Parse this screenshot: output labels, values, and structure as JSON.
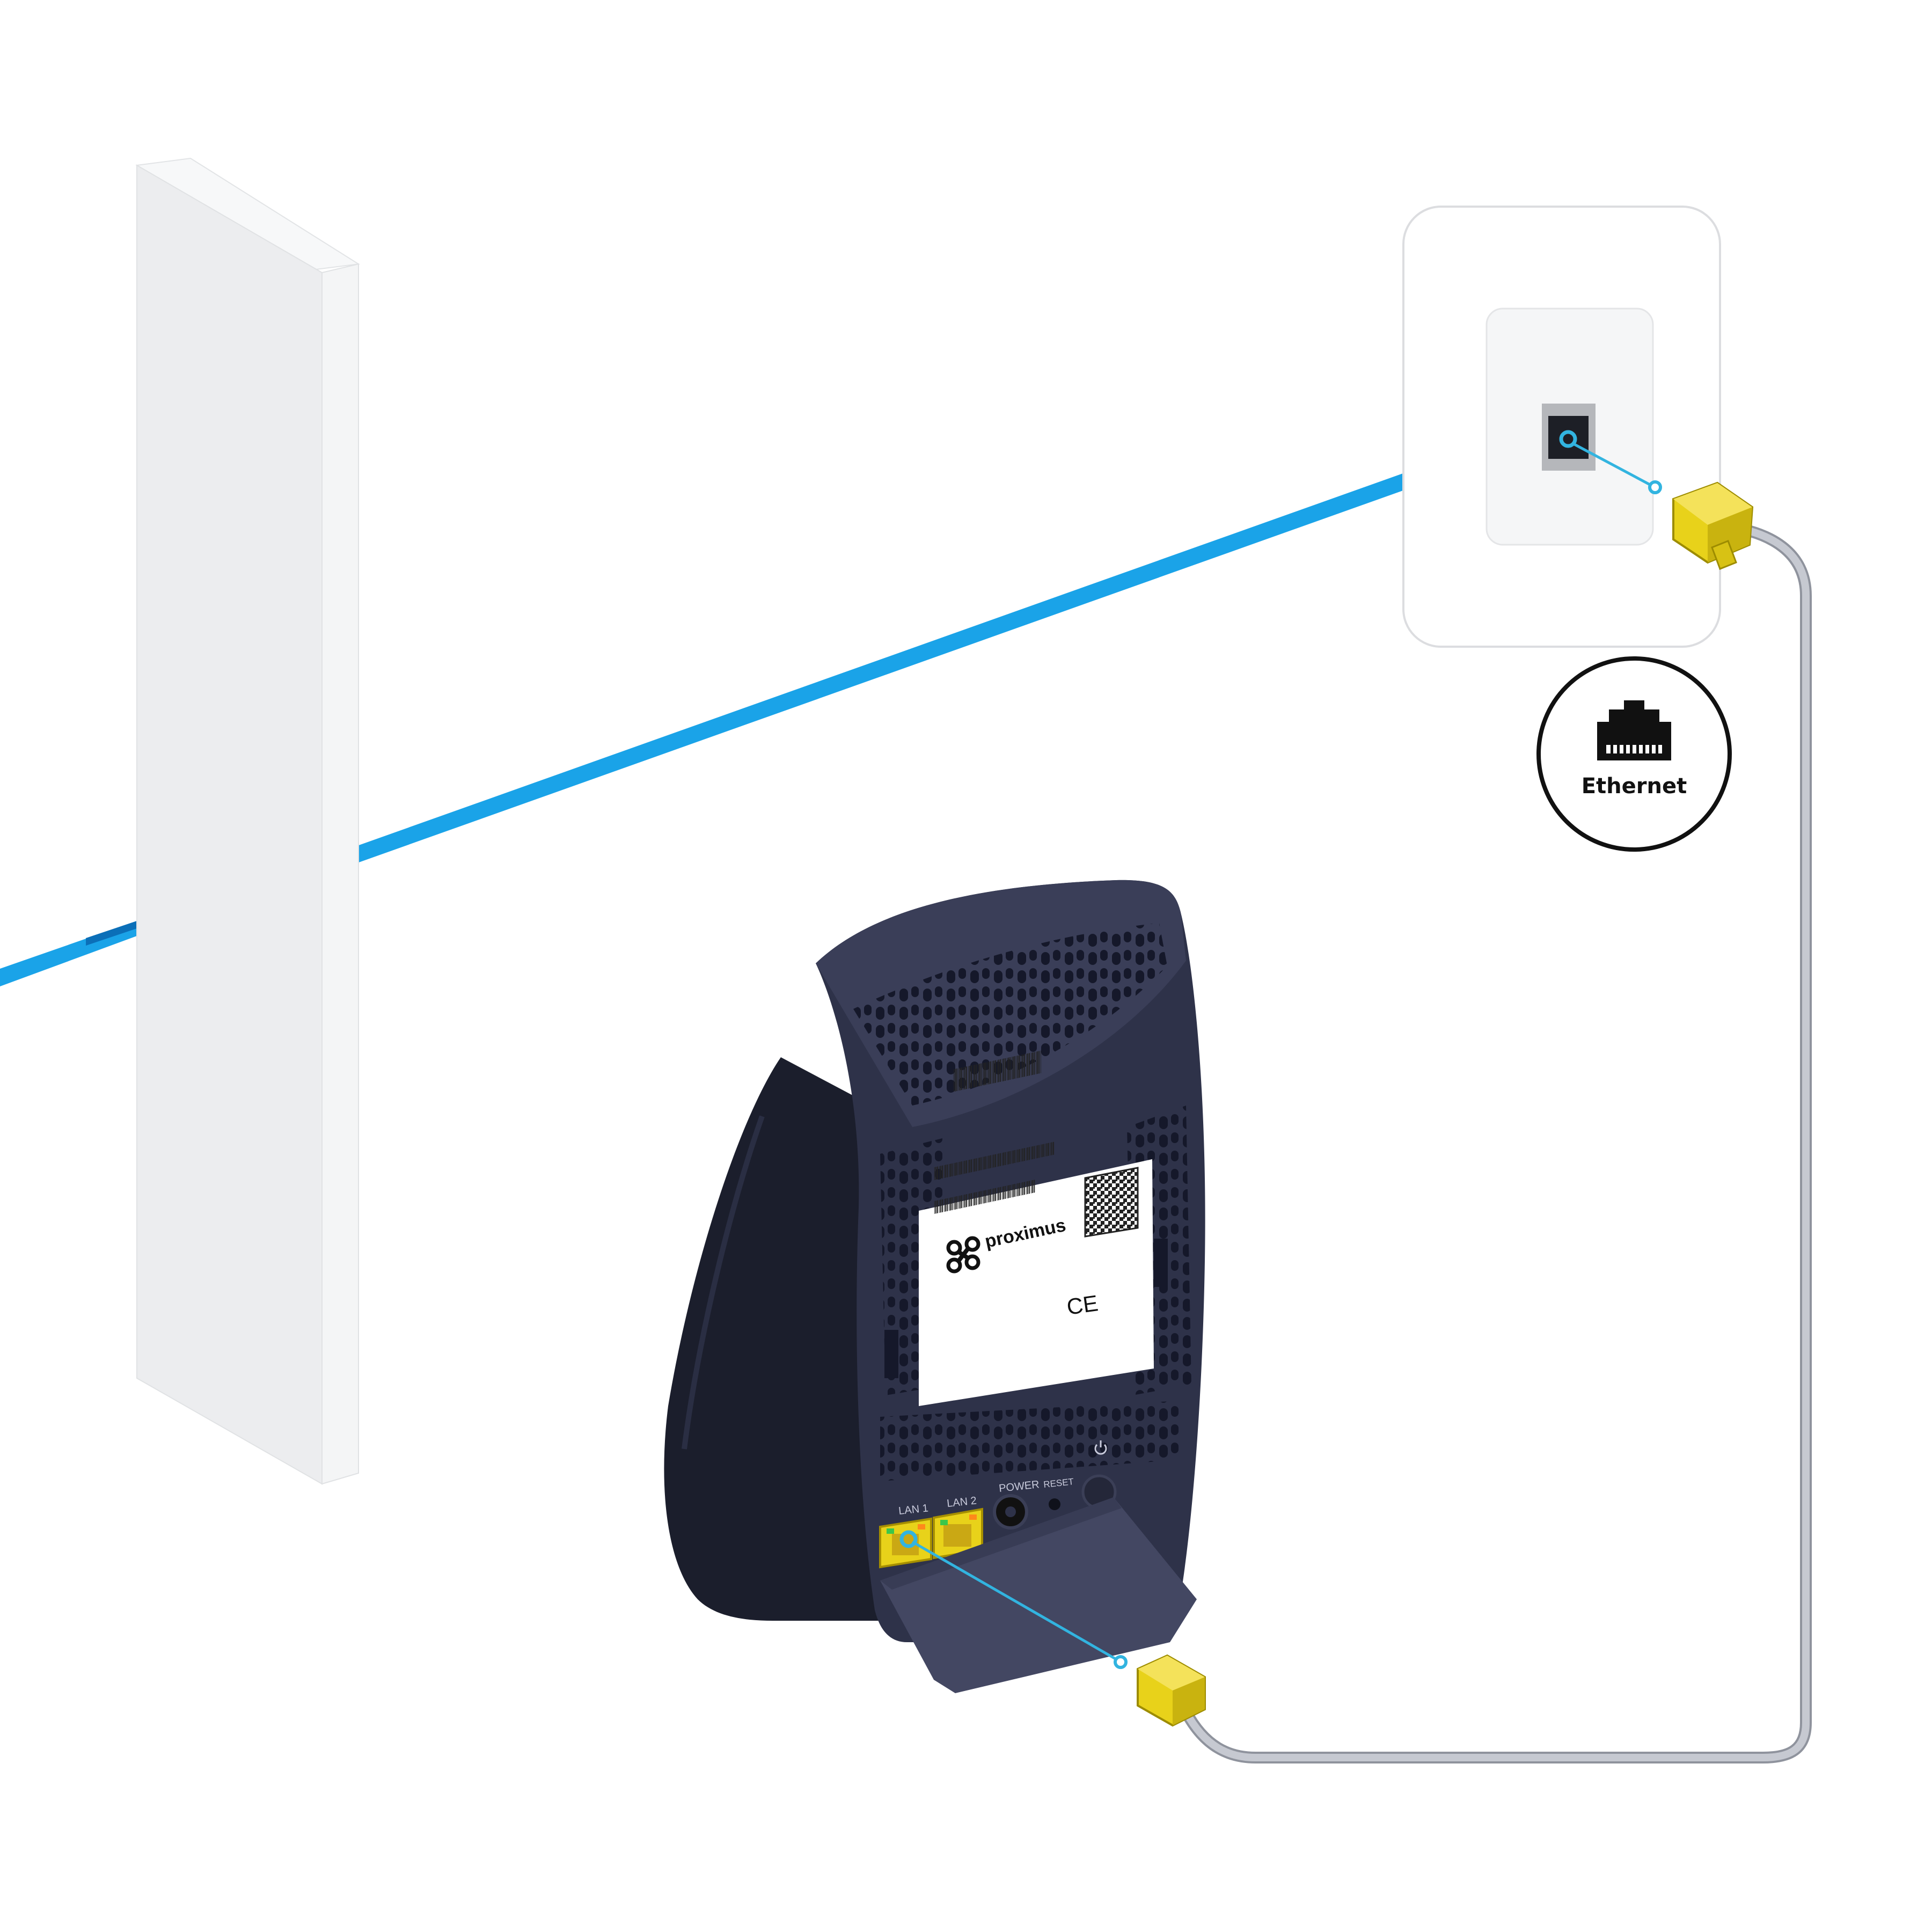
{
  "colors": {
    "fiber": "#1aa3e8",
    "fiber_dark": "#0b6fb8",
    "router_body": "#2e3249",
    "router_dark": "#1b1e2c",
    "router_stand": "#434762",
    "connector": "#e8d21a",
    "cable": "#b8bcc6",
    "callout_line": "#32b4e0",
    "wall": "#eceeef",
    "ring": "#111111"
  },
  "icons": {
    "ethernet": "ethernet-port-icon",
    "power": "power-icon",
    "brand": "proximus-logo-icon",
    "compliance": "ce-mark-icon"
  },
  "router_label": {
    "brand": "proximus",
    "ce": "CE"
  },
  "router_ports": {
    "lan1": "LAN 1",
    "lan2": "LAN 2",
    "power": "POWER",
    "reset": "RESET"
  },
  "ethernet_badge": {
    "label": "Ethernet"
  }
}
